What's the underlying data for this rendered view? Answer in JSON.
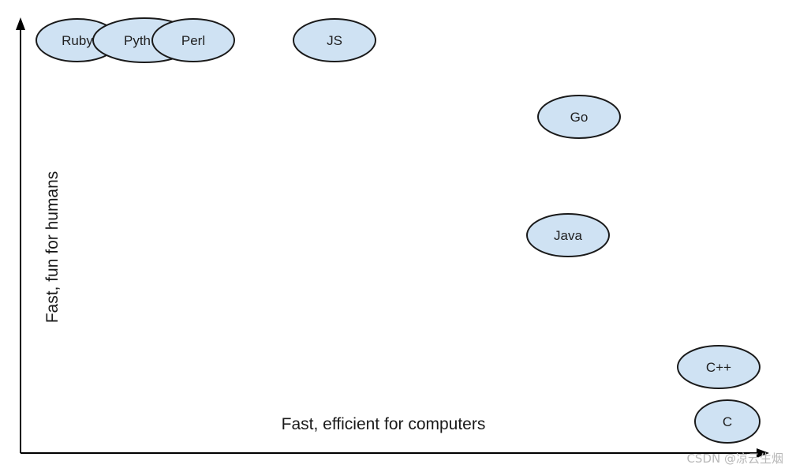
{
  "diagram": {
    "x_axis_label": "Fast, efficient for computers",
    "y_axis_label": "Fast, fun for humans",
    "languages": [
      {
        "id": "ruby",
        "label": "Ruby"
      },
      {
        "id": "python",
        "label": "Pyth"
      },
      {
        "id": "perl",
        "label": "Perl"
      },
      {
        "id": "js",
        "label": "JS"
      },
      {
        "id": "go",
        "label": "Go"
      },
      {
        "id": "java",
        "label": "Java"
      },
      {
        "id": "cpp",
        "label": "C++"
      },
      {
        "id": "c",
        "label": "C"
      }
    ]
  },
  "watermark": "CSDN @凉云生烟",
  "colors": {
    "bubble_fill": "#cfe2f3",
    "bubble_stroke": "#1a1a1a",
    "axis": "#000000"
  }
}
